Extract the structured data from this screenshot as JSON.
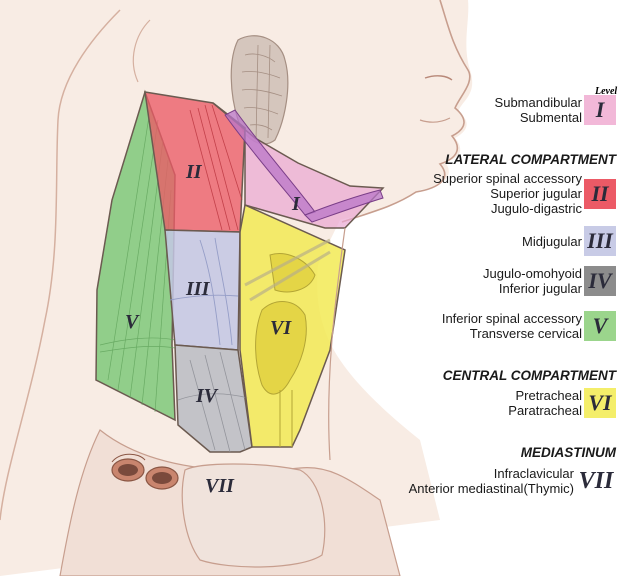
{
  "legend": {
    "level_header": "Level",
    "headings": {
      "lateral": "LATERAL COMPARTMENT",
      "central": "CENTRAL COMPARTMENT",
      "mediastinum": "MEDIASTINUM"
    },
    "levels": [
      {
        "numeral": "I",
        "labels": [
          "Submandibular",
          "Submental"
        ],
        "color": "#f2b8d8"
      },
      {
        "numeral": "II",
        "labels": [
          "Superior spinal accessory",
          "Superior jugular",
          "Jugulo-digastric"
        ],
        "color": "#ec5a66"
      },
      {
        "numeral": "III",
        "labels": [
          "Midjugular"
        ],
        "color": "#c8cbe6"
      },
      {
        "numeral": "IV",
        "labels": [
          "Jugulo-omohyoid",
          "Inferior jugular"
        ],
        "color": "#8c8c8c"
      },
      {
        "numeral": "V",
        "labels": [
          "Inferior spinal accessory",
          "Transverse cervical"
        ],
        "color": "#9bd58c"
      },
      {
        "numeral": "VI",
        "labels": [
          "Pretracheal",
          "Paratracheal"
        ],
        "color": "#f4ee6a"
      },
      {
        "numeral": "VII",
        "labels": [
          "Infraclavicular",
          "Anterior mediastinal(Thymic)"
        ],
        "color": ""
      }
    ]
  },
  "diagram": {
    "region_labels": {
      "I": "I",
      "II": "II",
      "III": "III",
      "IV": "IV",
      "V": "V",
      "VI": "VI",
      "VII": "VII"
    },
    "colors": {
      "skin": "#f8ece4",
      "outline": "#c79e8e",
      "level1": "#eaa6d2",
      "level2": "#ea5b66",
      "level3": "#c3c7e4",
      "level4": "#bdbfc4",
      "level5": "#7fc97a",
      "level6": "#f2ea55",
      "gland": "#d5c6bd",
      "muscle": "#b9b088"
    }
  }
}
